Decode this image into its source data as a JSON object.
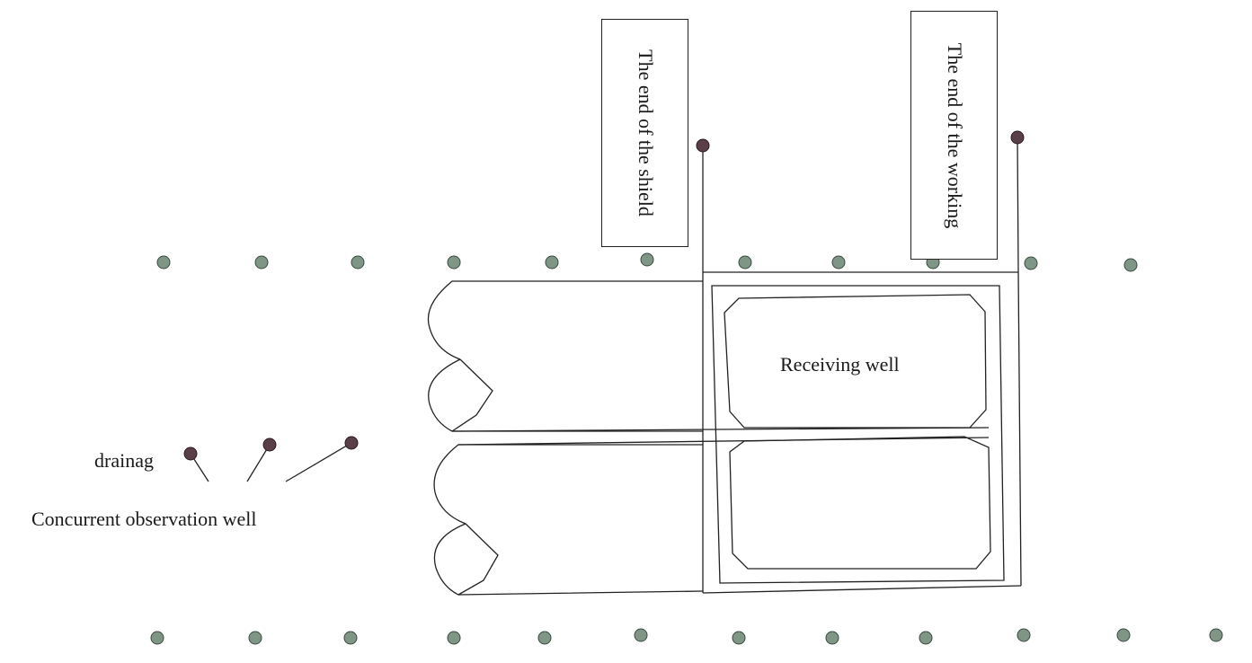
{
  "labels": {
    "shield_end": "The end of the shield",
    "working_end": "The end of the working",
    "receiving_well": "Receiving well",
    "drainage": "drainag",
    "observation_well": "Concurrent observation well"
  },
  "colors": {
    "observation_dot": "#7f9686",
    "drainage_dot": "#5a3f48",
    "stroke": "#222222"
  }
}
